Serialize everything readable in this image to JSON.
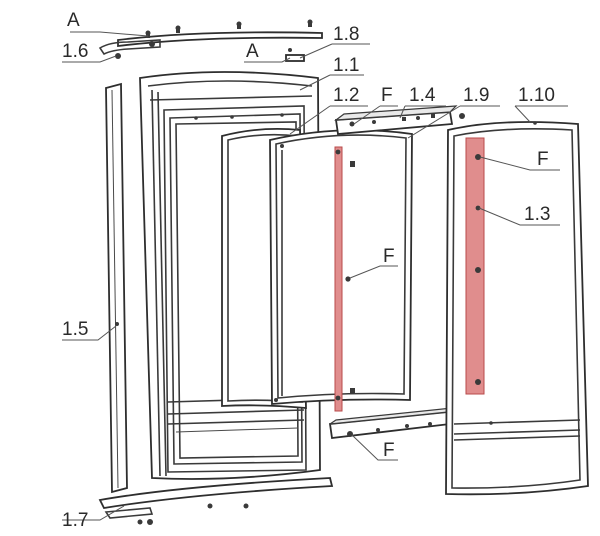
{
  "labels": {
    "l_1_1": "1.1",
    "l_1_2": "1.2",
    "l_1_3": "1.3",
    "l_1_4": "1.4",
    "l_1_5": "1.5",
    "l_1_6": "1.6",
    "l_1_7": "1.7",
    "l_1_8": "1.8",
    "l_1_9": "1.9",
    "l_1_10": "1.10",
    "a_top": "A",
    "a_mid": "A",
    "f_top": "F",
    "f_right": "F",
    "f_mid": "F",
    "f_bottom": "F"
  },
  "colors": {
    "highlight": "#e08d8d",
    "highlight_stroke": "#b84a4a",
    "line": "#2e2e2e"
  }
}
